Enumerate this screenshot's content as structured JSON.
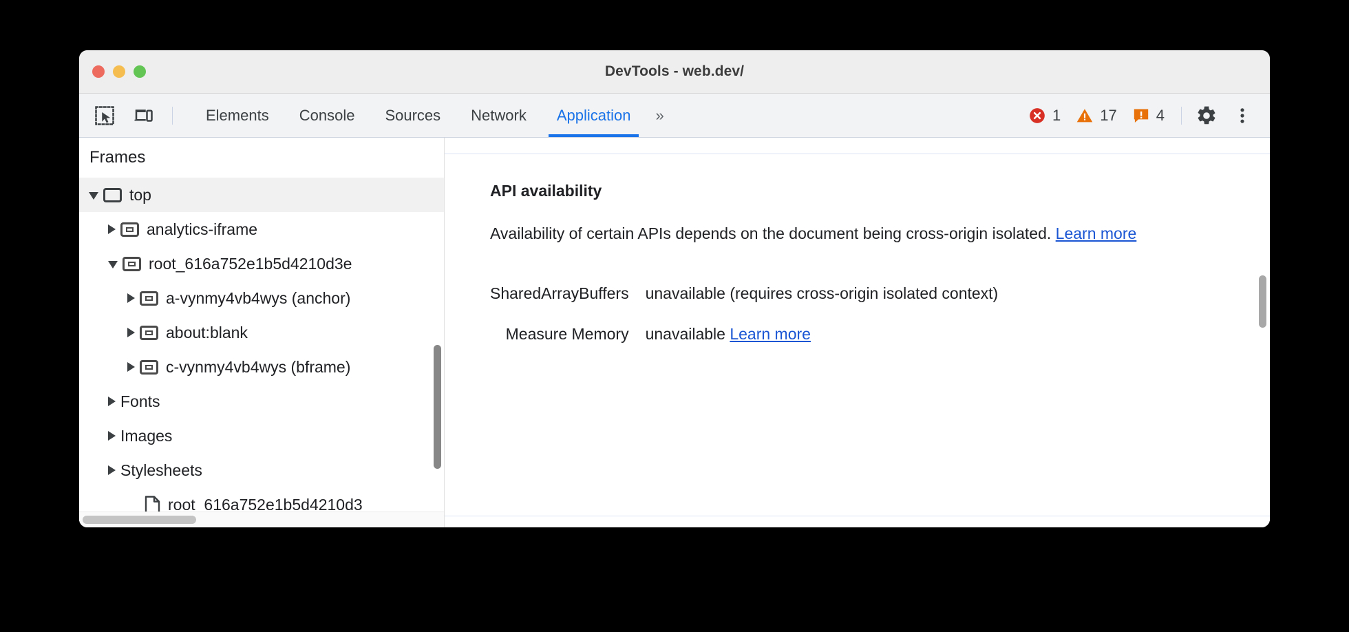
{
  "window": {
    "title": "DevTools - web.dev/",
    "traffic_lights": [
      "close-button",
      "minimize-button",
      "maximize-button"
    ]
  },
  "toolbar": {
    "inspect_icon": "inspect-element-icon",
    "device_icon": "device-toolbar-icon",
    "tabs": [
      {
        "label": "Elements",
        "active": false
      },
      {
        "label": "Console",
        "active": false
      },
      {
        "label": "Sources",
        "active": false
      },
      {
        "label": "Network",
        "active": false
      },
      {
        "label": "Application",
        "active": true
      }
    ],
    "more_tabs_label": "»",
    "counters": {
      "errors": "1",
      "warnings": "17",
      "issues": "4"
    },
    "settings_icon": "gear-icon",
    "more_icon": "kebab-menu-icon",
    "colors": {
      "error": "#d93025",
      "warning": "#e8710a",
      "issue": "#e8710a",
      "accent": "#1a73e8"
    }
  },
  "sidebar": {
    "header": "Frames",
    "tree": [
      {
        "label": "top",
        "icon": "frame-window-icon",
        "twisty": "open",
        "indent": 0,
        "selected": true
      },
      {
        "label": "analytics-iframe",
        "icon": "iframe-icon",
        "twisty": "closed",
        "indent": 1,
        "selected": false
      },
      {
        "label": "root_616a752e1b5d4210d3e",
        "icon": "iframe-icon",
        "twisty": "open",
        "indent": 1,
        "selected": false
      },
      {
        "label": "a-vynmy4vb4wys (anchor)",
        "icon": "iframe-icon",
        "twisty": "closed",
        "indent": 2,
        "selected": false
      },
      {
        "label": "about:blank",
        "icon": "iframe-icon",
        "twisty": "closed",
        "indent": 2,
        "selected": false
      },
      {
        "label": "c-vynmy4vb4wys (bframe)",
        "icon": "iframe-icon",
        "twisty": "closed",
        "indent": 2,
        "selected": false
      },
      {
        "label": "Fonts",
        "icon": "none",
        "twisty": "closed",
        "indent": 1,
        "selected": false
      },
      {
        "label": "Images",
        "icon": "none",
        "twisty": "closed",
        "indent": 1,
        "selected": false
      },
      {
        "label": "Stylesheets",
        "icon": "none",
        "twisty": "closed",
        "indent": 1,
        "selected": false
      },
      {
        "label": "root_616a752e1b5d4210d3",
        "icon": "document-icon",
        "twisty": "none",
        "indent": 2,
        "selected": false
      }
    ]
  },
  "content": {
    "section_title": "API availability",
    "paragraph_text": "Availability of certain APIs depends on the document being cross-origin isolated. ",
    "paragraph_link": "Learn more",
    "rows": [
      {
        "key": "SharedArrayBuffers",
        "value": "unavailable  (requires cross-origin isolated context)",
        "link": ""
      },
      {
        "key": "Measure Memory",
        "value": "unavailable ",
        "link": "Learn more"
      }
    ]
  }
}
